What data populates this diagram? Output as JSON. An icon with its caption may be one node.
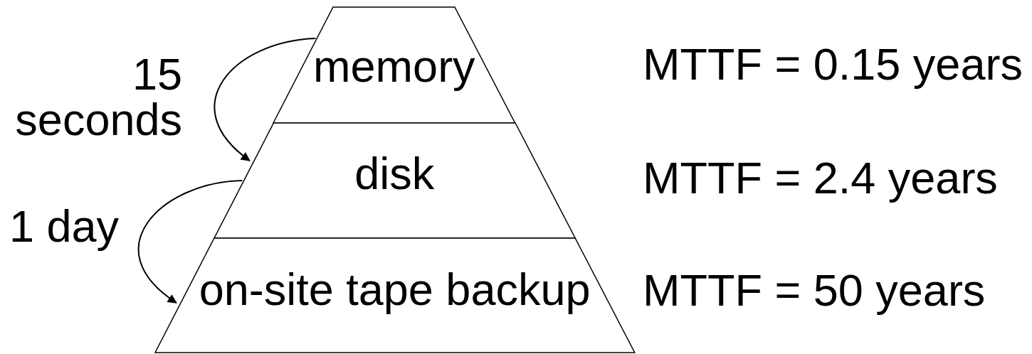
{
  "diagram": {
    "nodes": [
      {
        "text": [
          "memory"
        ]
      },
      {
        "text": [
          "disk"
        ]
      },
      {
        "text": [
          "on-site tape backup"
        ]
      }
    ],
    "edges": [
      {
        "from": 0,
        "to": 1,
        "arrow": "to",
        "label": "15 seconds"
      },
      {
        "from": 1,
        "to": 2,
        "arrow": "to",
        "label": "1 day"
      }
    ],
    "labels": [
      "MTTF = 0.15 years",
      "MTTF = 2.4 years",
      "MTTF = 50 years"
    ]
  }
}
